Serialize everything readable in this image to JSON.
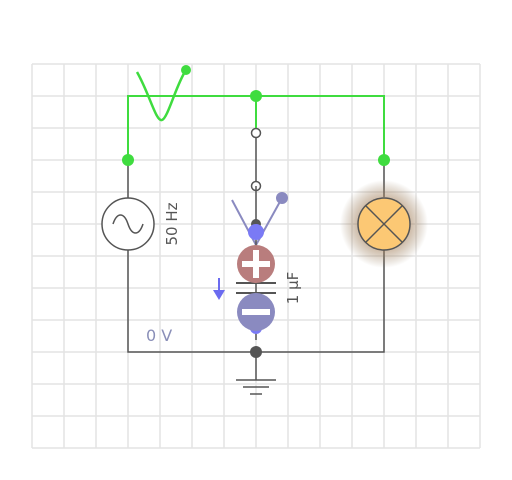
{
  "circuit": {
    "source": {
      "frequency_label": "50 Hz"
    },
    "capacitor": {
      "capacitance_label": "1 µF"
    },
    "ground_node": {
      "voltage_label": "0 V"
    },
    "colors": {
      "grid": "#e3e3e3",
      "live_wire": "#3fdc3f",
      "neutral_wire": "#555555",
      "charge_positive": "#b97d7d",
      "charge_negative": "#8a8ac0",
      "current_arrow": "#6b6bf0",
      "lamp_glow": "#f5c46a"
    },
    "switch_state": "open",
    "lamp_state": "lit",
    "icons": [
      "ac-source-icon",
      "switch-icon",
      "capacitor-icon",
      "lamp-icon",
      "ground-icon",
      "waveform-scope-icon"
    ]
  }
}
